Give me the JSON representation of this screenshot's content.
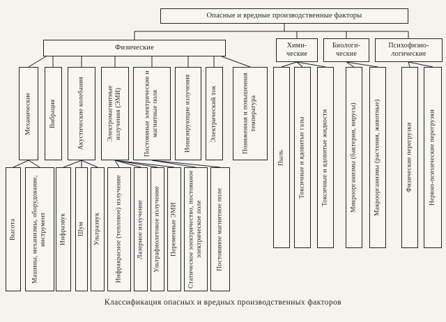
{
  "theme": {
    "ink": "#232323",
    "paper": "#f7f6f1",
    "page": "#f4f3ee"
  },
  "caption": "Классификация опасных и вредных производственных факторов",
  "root": {
    "label": "Опасные и вредные производственные факторы"
  },
  "physical": {
    "label": "Физические",
    "children": [
      "Механические",
      "Вибрация",
      "Акустические колебания",
      "Электромагнитные излучения (ЭМИ)",
      "Постоянные электрические и магнитные поля",
      "Ионизирующие излучения",
      "Электрический ток",
      "Пониженная и повышенная температура"
    ],
    "grandchildren": [
      "Высота",
      "Машины, механизмы, оборудование, инструмент",
      "Инфразвук",
      "Шум",
      "Ультразвук",
      "Инфракрасное (тепловое) излучение",
      "Лазерное излучение",
      "Ультрафиолетовое излучение",
      "Переменные ЭМИ",
      "Статическое электричество, постоянное электрическое поле",
      "Постоянное магнитное поле"
    ]
  },
  "chemical": {
    "label": "Хими-\nческие",
    "children": [
      "Пыль",
      "Токсичные и ядовитые газы",
      "Токсичные и ядовитые жидкости"
    ]
  },
  "biological": {
    "label": "Биологи-\nческие",
    "children": [
      "Микроорганизмы (бактерии, вирусы)",
      "Макроорганизмы (растения, животные)"
    ]
  },
  "psychophysiological": {
    "label": "Психофизио-\nлогические",
    "children": [
      "Физические перегрузки",
      "Нервно-психические перегрузки"
    ]
  }
}
